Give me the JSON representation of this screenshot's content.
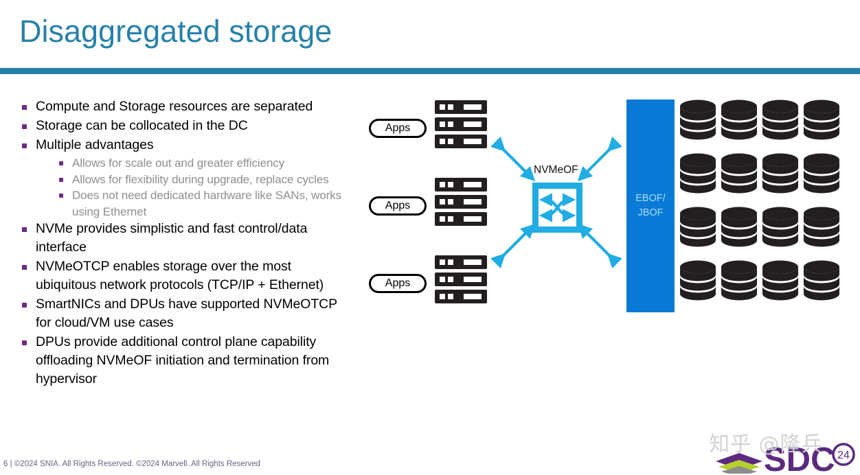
{
  "slide": {
    "title": "Disaggregated storage",
    "accent_color": "#2480a8",
    "bullet_color": "#6c2d82"
  },
  "bullets": [
    {
      "level": 1,
      "text": "Compute and Storage resources are separated"
    },
    {
      "level": 1,
      "text": "Storage can be collocated in the DC"
    },
    {
      "level": 1,
      "text": "Multiple advantages"
    },
    {
      "level": 2,
      "text": "Allows for scale out and greater efficiency"
    },
    {
      "level": 2,
      "text": "Allows for flexibility during upgrade, replace cycles"
    },
    {
      "level": 2,
      "text": "Does not need dedicated hardware like SANs, works using Ethernet"
    },
    {
      "level": 1,
      "text": "NVMe provides simplistic and fast control/data interface"
    },
    {
      "level": 1,
      "text": "NVMeOTCP enables storage over the most ubiquitous network protocols (TCP/IP + Ethernet)"
    },
    {
      "level": 1,
      "text": "SmartNICs and DPUs have supported NVMeOTCP for cloud/VM use cases"
    },
    {
      "level": 1,
      "text": "DPUs provide additional control plane capability offloading NVMeOF initiation and termination from hypervisor"
    }
  ],
  "diagram": {
    "compute_groups": [
      {
        "apps_label": "Apps",
        "server_count": 3
      },
      {
        "apps_label": "Apps",
        "server_count": 3
      },
      {
        "apps_label": "Apps",
        "server_count": 3
      }
    ],
    "fabric": {
      "label": "NVMeOF",
      "icon": "crossing-arrows-switch-icon",
      "color": "#21ace3",
      "arrow_count": 4
    },
    "storage": {
      "bar_label_line1": "EBOF/",
      "bar_label_line2": "JBOF",
      "bar_color": "#0a7ad6",
      "bar_text_color": "#a8ddf5",
      "disk_rows": 4,
      "disk_cols": 4,
      "disks_per_stack": 3,
      "disk_color": "#231f20"
    }
  },
  "footer": {
    "text": "6 | ©2024 SNIA. All Rights Reserved. ©2024 Marvell. All Rights Reserved",
    "page_number": "6"
  },
  "logo": {
    "text": "SDC",
    "badge": "24",
    "watermark": "知乎 @隆兵",
    "purple": "#5b2a7e",
    "green": "#b5cf2e",
    "gray": "#8d8d8d"
  }
}
